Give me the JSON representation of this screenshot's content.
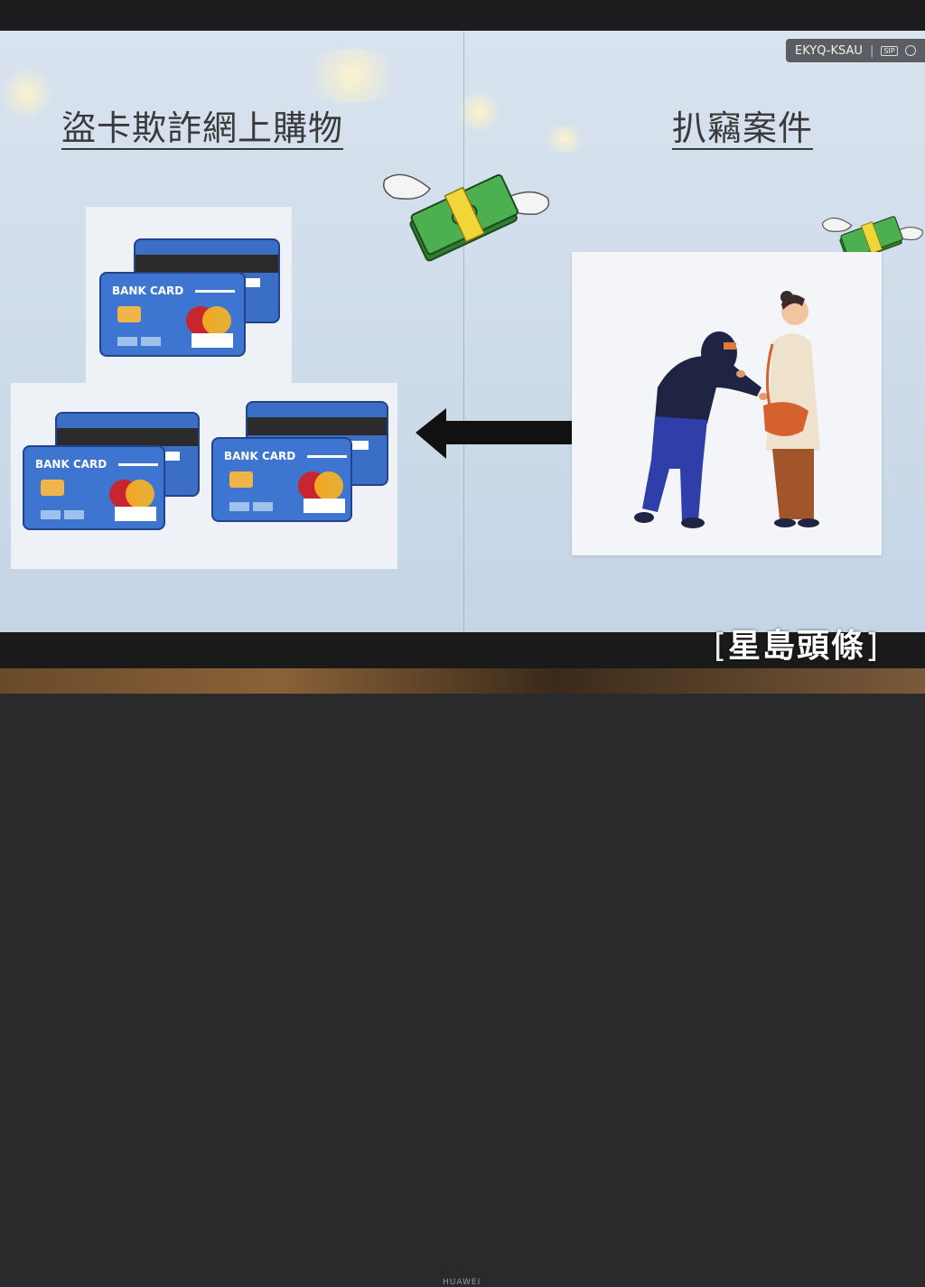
{
  "slide": {
    "title_left": "盜卡欺詐網上購物",
    "title_right": "扒竊案件"
  },
  "meeting": {
    "code": "EKYQ-KSAU",
    "separator": "|",
    "badge": "SIP"
  },
  "cards": {
    "label": "BANK CARD"
  },
  "tv": {
    "brand": "HUAWEI"
  },
  "watermark": {
    "text": "星島頭條",
    "open_bracket": "[",
    "close_bracket": "]"
  },
  "icons": [
    "winged-money-icon",
    "left-arrow-icon",
    "ring-icon"
  ],
  "colors": {
    "screen_bg": "#d0ddea",
    "card_blue": "#3d75d0",
    "money_green": "#3b9a3f",
    "band_yellow": "#f1d63a"
  }
}
